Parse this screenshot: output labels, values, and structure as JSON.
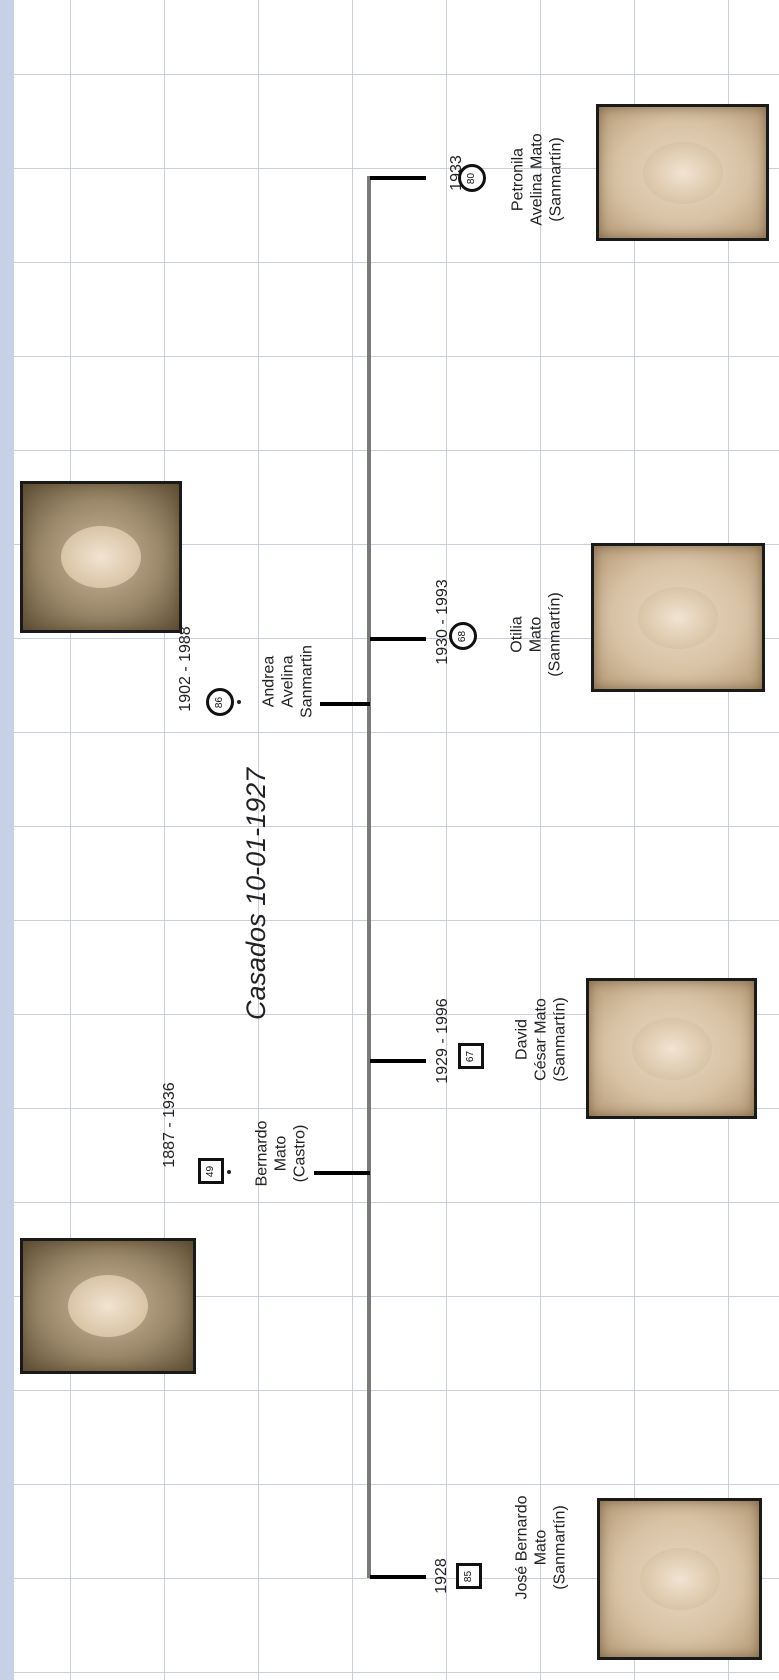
{
  "marriage": "Casados 10-01-1927",
  "parents": [
    {
      "id": "bernardo",
      "years": "1887 - 1936",
      "age": "49",
      "name": [
        "Bernardo",
        "Mato",
        "(Castro)"
      ],
      "gender": "male"
    },
    {
      "id": "andrea",
      "years": "1902 - 1988",
      "age": "86",
      "name": [
        "Andrea",
        "Avelina",
        "Sanmartin"
      ],
      "gender": "female"
    }
  ],
  "children": [
    {
      "id": "jose",
      "years": "1928",
      "age": "85",
      "name": [
        "José Bernardo",
        "Mato",
        "(Sanmartín)"
      ],
      "gender": "male"
    },
    {
      "id": "david",
      "years": "1929 - 1996",
      "age": "67",
      "name": [
        "David",
        "César Mato",
        "(Sanmartín)"
      ],
      "gender": "male"
    },
    {
      "id": "otilia",
      "years": "1930 - 1993",
      "age": "68",
      "name": [
        "Otilia",
        "Mato",
        "(Sanmartín)"
      ],
      "gender": "female"
    },
    {
      "id": "petronila",
      "years": "1933",
      "age": "80",
      "name": [
        "Petronila",
        "Avelina Mato",
        "(Sanmartín)"
      ],
      "gender": "female"
    }
  ],
  "colors": {
    "grid": "#c9d0dc",
    "trunk": "#7a7a7a",
    "accent_bar": "#c7d1e6",
    "sepia": "#d8c2a4"
  }
}
